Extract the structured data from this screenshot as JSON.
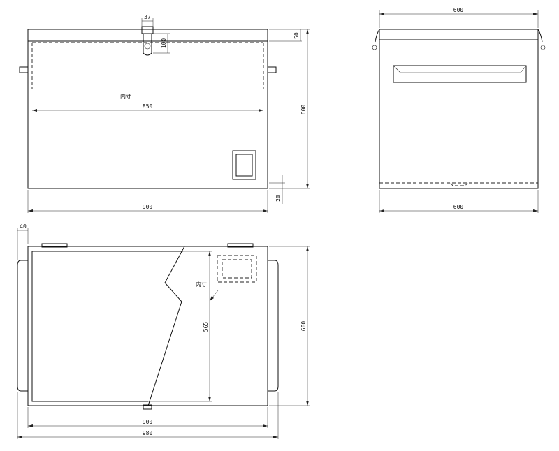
{
  "front_view": {
    "dim_width": "900",
    "dim_height": "600",
    "dim_inner_width": "850",
    "dim_lid": "50",
    "dim_hasp_width": "37",
    "dim_hasp_height": "100",
    "dim_bottom": "20",
    "inner_label": "内寸"
  },
  "side_view": {
    "dim_top": "600",
    "dim_bottom": "600"
  },
  "top_view": {
    "dim_handle": "40",
    "dim_width": "900",
    "dim_overall": "980",
    "dim_depth": "600",
    "dim_inner_depth": "565",
    "inner_label": "内寸"
  },
  "colors": {
    "line": "#111111",
    "background": "#ffffff"
  }
}
